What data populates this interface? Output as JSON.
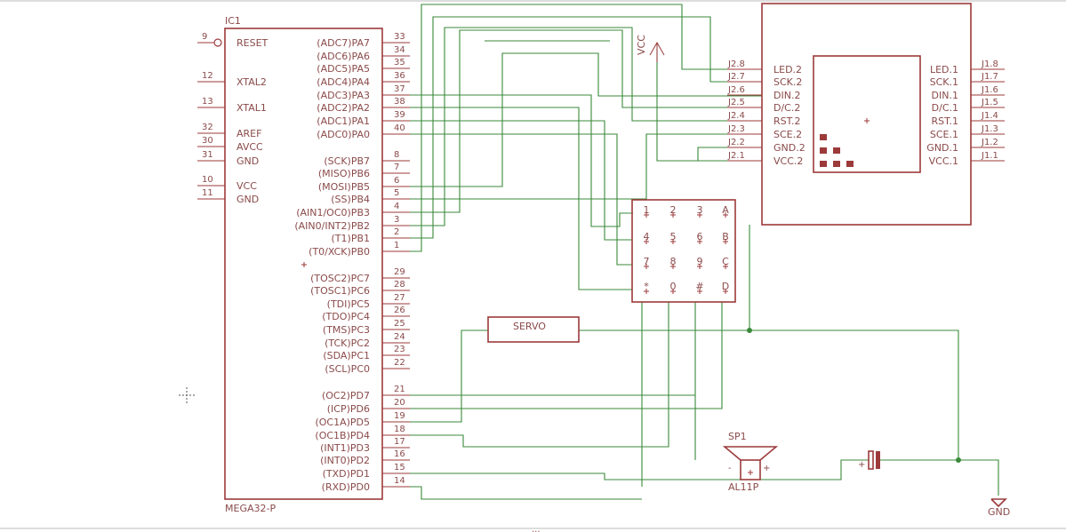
{
  "ic1": {
    "name": "IC1",
    "value": "MEGA32-P",
    "left_pins": [
      {
        "num": "9",
        "label": "RESET"
      },
      {
        "num": "12",
        "label": "XTAL2"
      },
      {
        "num": "13",
        "label": "XTAL1"
      },
      {
        "num": "32",
        "label": "AREF"
      },
      {
        "num": "30",
        "label": "AVCC"
      },
      {
        "num": "31",
        "label": "GND"
      },
      {
        "num": "10",
        "label": "VCC"
      },
      {
        "num": "11",
        "label": "GND"
      }
    ],
    "right_pins": [
      {
        "num": "33",
        "label": "(ADC7)PA7"
      },
      {
        "num": "34",
        "label": "(ADC6)PA6"
      },
      {
        "num": "35",
        "label": "(ADC5)PA5"
      },
      {
        "num": "36",
        "label": "(ADC4)PA4"
      },
      {
        "num": "37",
        "label": "(ADC3)PA3"
      },
      {
        "num": "38",
        "label": "(ADC2)PA2"
      },
      {
        "num": "39",
        "label": "(ADC1)PA1"
      },
      {
        "num": "40",
        "label": "(ADC0)PA0"
      },
      {
        "num": "8",
        "label": "(SCK)PB7"
      },
      {
        "num": "7",
        "label": "(MISO)PB6"
      },
      {
        "num": "6",
        "label": "(MOSI)PB5"
      },
      {
        "num": "5",
        "label": "(SS)PB4"
      },
      {
        "num": "4",
        "label": "(AIN1/OC0)PB3"
      },
      {
        "num": "3",
        "label": "(AIN0/INT2)PB2"
      },
      {
        "num": "2",
        "label": "(T1)PB1"
      },
      {
        "num": "1",
        "label": "(T0/XCK)PB0"
      },
      {
        "num": "29",
        "label": "(TOSC2)PC7"
      },
      {
        "num": "28",
        "label": "(TOSC1)PC6"
      },
      {
        "num": "27",
        "label": "(TDI)PC5"
      },
      {
        "num": "26",
        "label": "(TDO)PC4"
      },
      {
        "num": "25",
        "label": "(TMS)PC3"
      },
      {
        "num": "24",
        "label": "(TCK)PC2"
      },
      {
        "num": "23",
        "label": "(SDA)PC1"
      },
      {
        "num": "22",
        "label": "(SCL)PC0"
      },
      {
        "num": "21",
        "label": "(OC2)PD7"
      },
      {
        "num": "20",
        "label": "(ICP)PD6"
      },
      {
        "num": "19",
        "label": "(OC1A)PD5"
      },
      {
        "num": "18",
        "label": "(OC1B)PD4"
      },
      {
        "num": "17",
        "label": "(INT1)PD3"
      },
      {
        "num": "16",
        "label": "(INT0)PD2"
      },
      {
        "num": "15",
        "label": "(TXD)PD1"
      },
      {
        "num": "14",
        "label": "(RXD)PD0"
      }
    ]
  },
  "vcc_label": "VCC",
  "gnd_label": "GND",
  "lcd": {
    "left_pins": [
      "LED.2",
      "SCK.2",
      "DIN.2",
      "D/C.2",
      "RST.2",
      "SCE.2",
      "GND.2",
      "VCC.2"
    ],
    "left_nums": [
      "J2.8",
      "J2.7",
      "J2.6",
      "J2.5",
      "J2.4",
      "J2.3",
      "J2.2",
      "J2.1"
    ],
    "right_pins": [
      "LED.1",
      "SCK.1",
      "DIN.1",
      "D/C.1",
      "RST.1",
      "SCE.1",
      "GND.1",
      "VCC.1"
    ],
    "right_nums": [
      "J1.8",
      "J1.7",
      "J1.6",
      "J1.5",
      "J1.4",
      "J1.3",
      "J1.2",
      "J1.1"
    ]
  },
  "keypad": {
    "keys": [
      "1",
      "2",
      "3",
      "A",
      "4",
      "5",
      "6",
      "B",
      "7",
      "8",
      "9",
      "C",
      "*",
      "0",
      "#",
      "D"
    ]
  },
  "servo_label": "SERVO",
  "speaker": {
    "name": "SP1",
    "value": "AL11P",
    "minus": "-",
    "plus": "+"
  },
  "capacitor_plus": "+",
  "colors": {
    "part": "#9c3a3a",
    "wire": "#3a8a3a",
    "text": "#8b4a4a"
  }
}
